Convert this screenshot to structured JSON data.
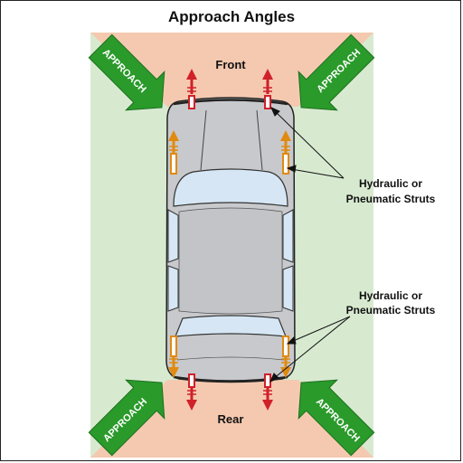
{
  "title": "Approach Angles",
  "front_label": "Front",
  "rear_label": "Rear",
  "approach_label": "APPROACH",
  "strut_callout_front": {
    "line1": "Hydraulic or",
    "line2": "Pneumatic Struts"
  },
  "strut_callout_rear": {
    "line1": "Hydraulic or",
    "line2": "Pneumatic Struts"
  },
  "colors": {
    "safe_zone": "#d7ead0",
    "approach_zone": "#f4c9b0",
    "approach_arrow": "#2a9a2a",
    "car_body": "#c8c9cc",
    "glass": "#d6e6f4",
    "red_strut": "#d0202a",
    "orange_strut": "#e08a10"
  }
}
